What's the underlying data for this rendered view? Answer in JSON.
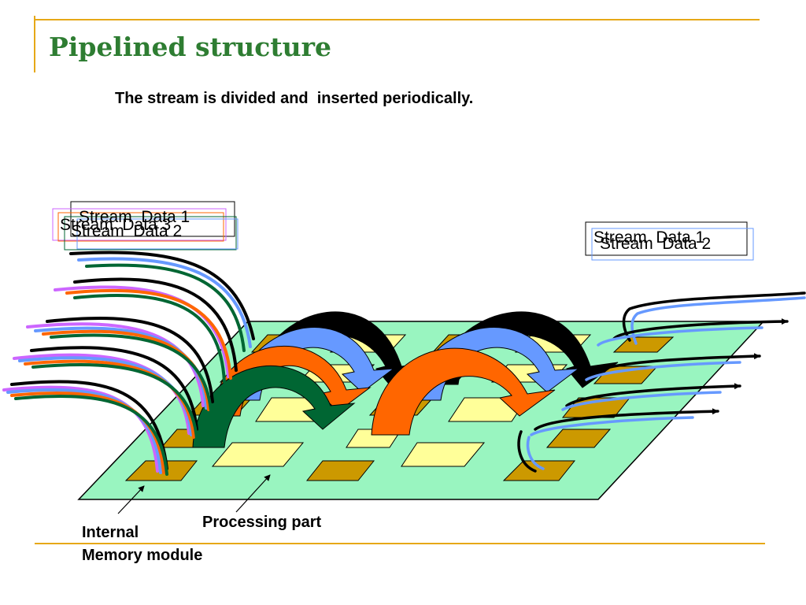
{
  "title": "Pipelined structure",
  "subtitle": "The stream is divided and  inserted periodically.",
  "labels": {
    "left_stream_data_1": "Stream  Data 1",
    "left_stream_data_2": "Stream  Data 2",
    "left_stream_data_3": "Stream  Data 3",
    "right_stream_data_1": "Stream  Data 1",
    "right_stream_data_2": "Stream  Data 2"
  },
  "captions": {
    "processing_part": "Processing part",
    "memory_line1": "Internal",
    "memory_line2": "Memory module"
  },
  "colors": {
    "title": "#2e7d32",
    "board": "#99f5c0",
    "memory_module": "#cc9900",
    "processing_part": "#ffff99",
    "rule": "#e6a817",
    "stream_black": "#000000",
    "stream_blue": "#6699ff",
    "stream_orange": "#ff6600",
    "stream_green": "#006633",
    "stream_violet": "#cc66ff"
  }
}
